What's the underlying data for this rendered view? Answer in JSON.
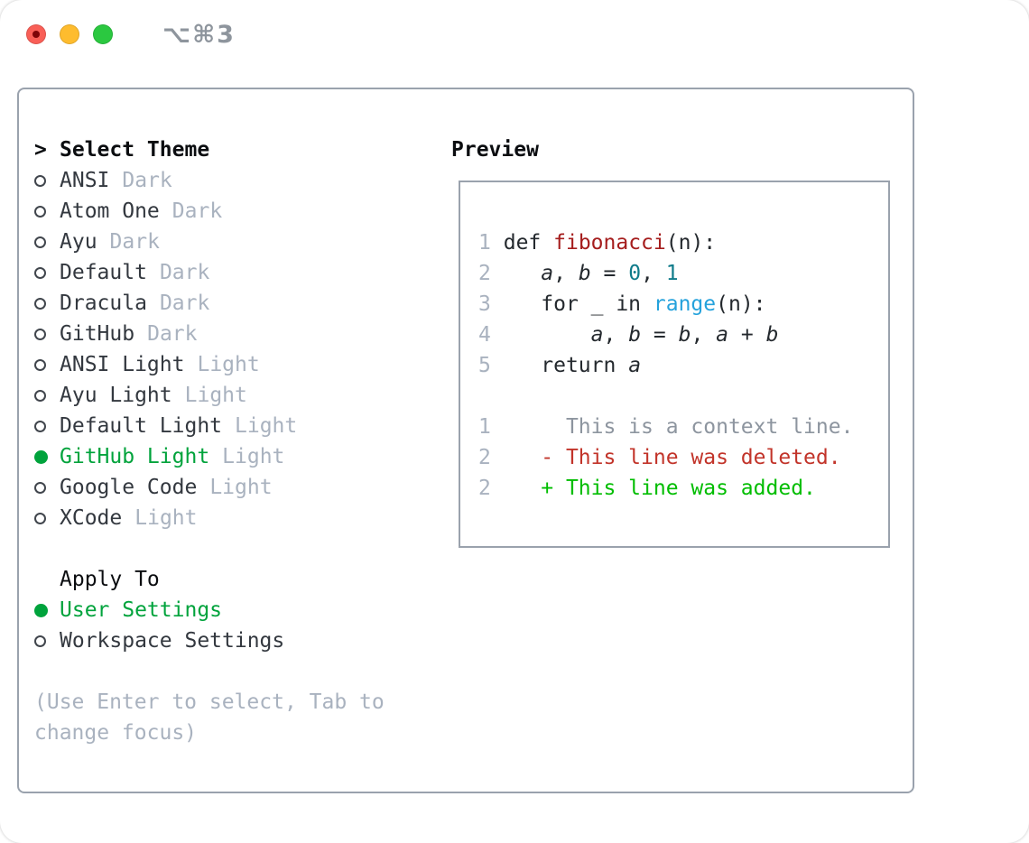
{
  "window": {
    "shortcut_label": "⌥⌘3",
    "traffic_lights": [
      {
        "name": "close-button"
      },
      {
        "name": "minimize-button"
      },
      {
        "name": "zoom-button"
      }
    ]
  },
  "theme_panel": {
    "title_prefix": ">",
    "title": "Select Theme",
    "items": [
      {
        "name": "ANSI",
        "tag": "Dark",
        "selected": false
      },
      {
        "name": "Atom One",
        "tag": "Dark",
        "selected": false
      },
      {
        "name": "Ayu",
        "tag": "Dark",
        "selected": false
      },
      {
        "name": "Default",
        "tag": "Dark",
        "selected": false
      },
      {
        "name": "Dracula",
        "tag": "Dark",
        "selected": false
      },
      {
        "name": "GitHub",
        "tag": "Dark",
        "selected": false
      },
      {
        "name": "ANSI Light",
        "tag": "Light",
        "selected": false
      },
      {
        "name": "Ayu Light",
        "tag": "Light",
        "selected": false
      },
      {
        "name": "Default Light",
        "tag": "Light",
        "selected": false
      },
      {
        "name": "GitHub Light",
        "tag": "Light",
        "selected": true
      },
      {
        "name": "Google Code",
        "tag": "Light",
        "selected": false
      },
      {
        "name": "XCode",
        "tag": "Light",
        "selected": false
      }
    ],
    "apply_to": {
      "title": "Apply To",
      "options": [
        {
          "name": "User Settings",
          "selected": true
        },
        {
          "name": "Workspace Settings",
          "selected": false
        }
      ]
    },
    "help_text": "(Use Enter to select, Tab to change focus)"
  },
  "preview": {
    "title": "Preview",
    "code_lines": [
      {
        "num": "1",
        "tokens": [
          {
            "t": " ",
            "c": "plain"
          },
          {
            "t": "def",
            "c": "keyword"
          },
          {
            "t": " ",
            "c": "plain"
          },
          {
            "t": "fibonacci",
            "c": "function"
          },
          {
            "t": "(n):",
            "c": "plain"
          }
        ]
      },
      {
        "num": "2",
        "tokens": [
          {
            "t": "    ",
            "c": "plain"
          },
          {
            "t": "a",
            "c": "variable"
          },
          {
            "t": ", ",
            "c": "plain"
          },
          {
            "t": "b",
            "c": "variable"
          },
          {
            "t": " = ",
            "c": "plain"
          },
          {
            "t": "0",
            "c": "number"
          },
          {
            "t": ", ",
            "c": "plain"
          },
          {
            "t": "1",
            "c": "number"
          }
        ]
      },
      {
        "num": "3",
        "tokens": [
          {
            "t": "    for _ in ",
            "c": "plain"
          },
          {
            "t": "range",
            "c": "builtin"
          },
          {
            "t": "(n):",
            "c": "plain"
          }
        ]
      },
      {
        "num": "4",
        "tokens": [
          {
            "t": "        ",
            "c": "plain"
          },
          {
            "t": "a",
            "c": "variable"
          },
          {
            "t": ", ",
            "c": "plain"
          },
          {
            "t": "b",
            "c": "variable"
          },
          {
            "t": " = ",
            "c": "plain"
          },
          {
            "t": "b",
            "c": "variable"
          },
          {
            "t": ", ",
            "c": "plain"
          },
          {
            "t": "a",
            "c": "variable"
          },
          {
            "t": " + ",
            "c": "plain"
          },
          {
            "t": "b",
            "c": "variable"
          }
        ]
      },
      {
        "num": "5",
        "tokens": [
          {
            "t": "    return ",
            "c": "keyword"
          },
          {
            "t": "a",
            "c": "variable"
          }
        ]
      },
      {
        "num": "",
        "tokens": []
      },
      {
        "num": "1",
        "tokens": [
          {
            "t": "      This is a context line.",
            "c": "context"
          }
        ]
      },
      {
        "num": "2",
        "tokens": [
          {
            "t": "    ",
            "c": "plain"
          },
          {
            "t": "- This line was deleted.",
            "c": "deleted"
          }
        ]
      },
      {
        "num": "2",
        "tokens": [
          {
            "t": "    ",
            "c": "plain"
          },
          {
            "t": "+ This line was added.",
            "c": "added"
          }
        ]
      }
    ]
  },
  "colors": {
    "selection_green": "#00a33c",
    "diff_added_green": "#00bd00",
    "diff_deleted_red": "#c2342a",
    "function_red": "#a51d1d",
    "number_teal": "#0f7b8a",
    "builtin_blue": "#25a2dc",
    "muted_gray": "#a9b2bf",
    "text_dark": "#24292e",
    "border_gray": "#9aa2ad",
    "traffic_red": "#f95f57",
    "traffic_yellow": "#febc2e",
    "traffic_green": "#2bc840"
  }
}
